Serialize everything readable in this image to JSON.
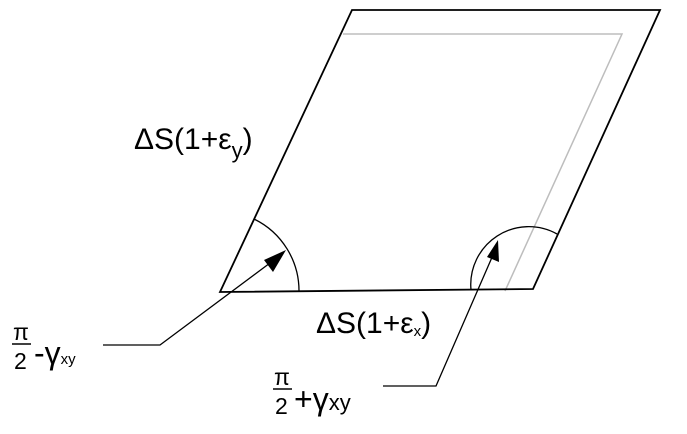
{
  "labels": {
    "side_y": {
      "base": "ΔS(1+ε",
      "sub": "y",
      "close": ")"
    },
    "side_x": {
      "base": "ΔS(1+ε",
      "sub": "x",
      "close": ")"
    },
    "angle_minus": {
      "num": "π",
      "den": "2",
      "op": "-",
      "greek": "γ",
      "sub": "xy"
    },
    "angle_plus": {
      "num": "π",
      "den": "2",
      "op": "+",
      "greek": "γ",
      "sub": "xy"
    }
  },
  "colors": {
    "stroke": "#000000",
    "reference": "#bdbdbd",
    "background": "#ffffff"
  }
}
